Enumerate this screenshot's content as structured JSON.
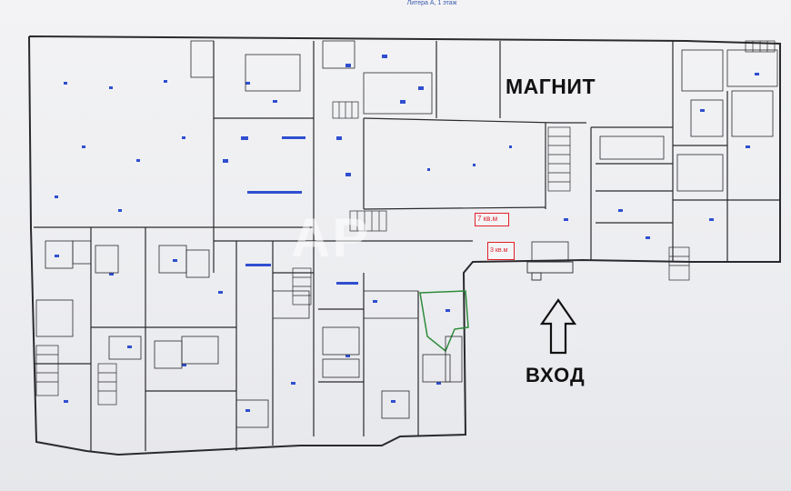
{
  "plan": {
    "sheet_title": "Литера А, 1 этаж",
    "store_label": "МАГНИТ",
    "entrance_label": "ВХОД",
    "watermark": "AP"
  },
  "areas": [
    {
      "id": "unit-7",
      "label": "7 кв.м"
    },
    {
      "id": "unit-3",
      "label": "3 кв.м"
    }
  ],
  "colors": {
    "wall": "#2a2a2e",
    "room_mark": "#2f4fd0",
    "highlight": "#e0202a",
    "green_outline": "#2e8b3a"
  },
  "icons": {
    "entrance_arrow": "up-arrow-icon"
  }
}
